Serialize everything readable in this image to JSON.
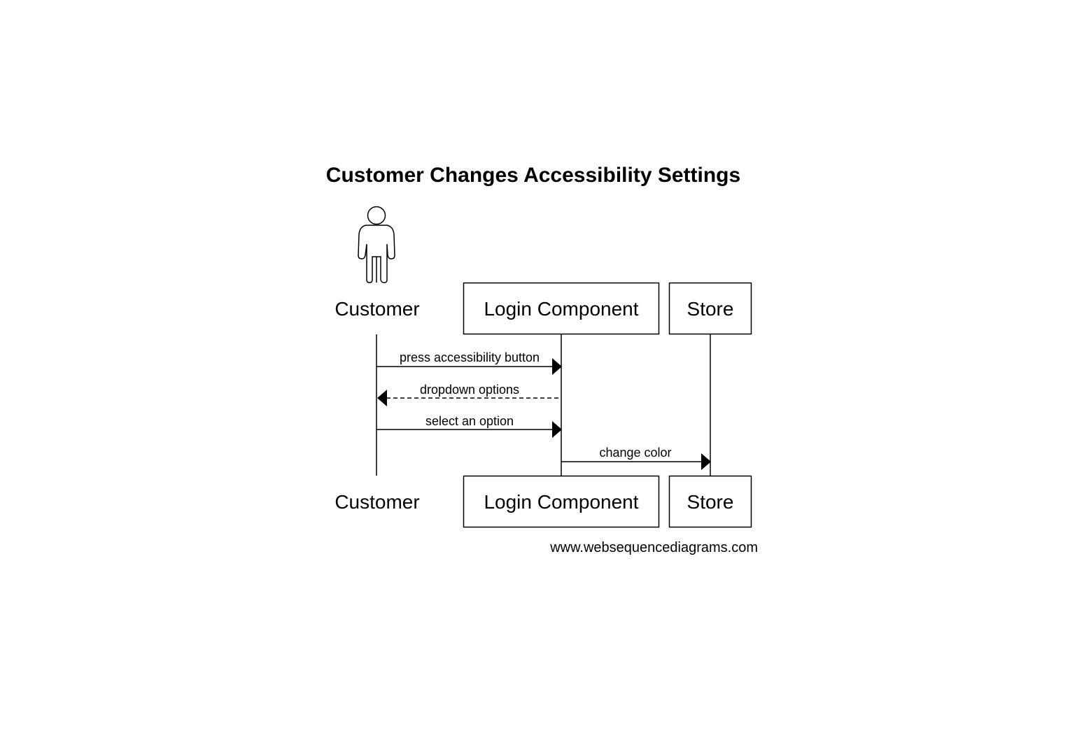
{
  "diagram": {
    "title": "Customer Changes Accessibility Settings",
    "participants": [
      {
        "id": "customer",
        "label": "Customer",
        "kind": "actor"
      },
      {
        "id": "login",
        "label": "Login Component",
        "kind": "box"
      },
      {
        "id": "store",
        "label": "Store",
        "kind": "box"
      }
    ],
    "messages": [
      {
        "from": "customer",
        "to": "login",
        "label": "press accessibility button",
        "style": "solid"
      },
      {
        "from": "login",
        "to": "customer",
        "label": "dropdown options",
        "style": "dashed"
      },
      {
        "from": "customer",
        "to": "login",
        "label": "select an option",
        "style": "solid"
      },
      {
        "from": "login",
        "to": "store",
        "label": "change color",
        "style": "solid"
      }
    ],
    "watermark": "www.websequencediagrams.com"
  }
}
